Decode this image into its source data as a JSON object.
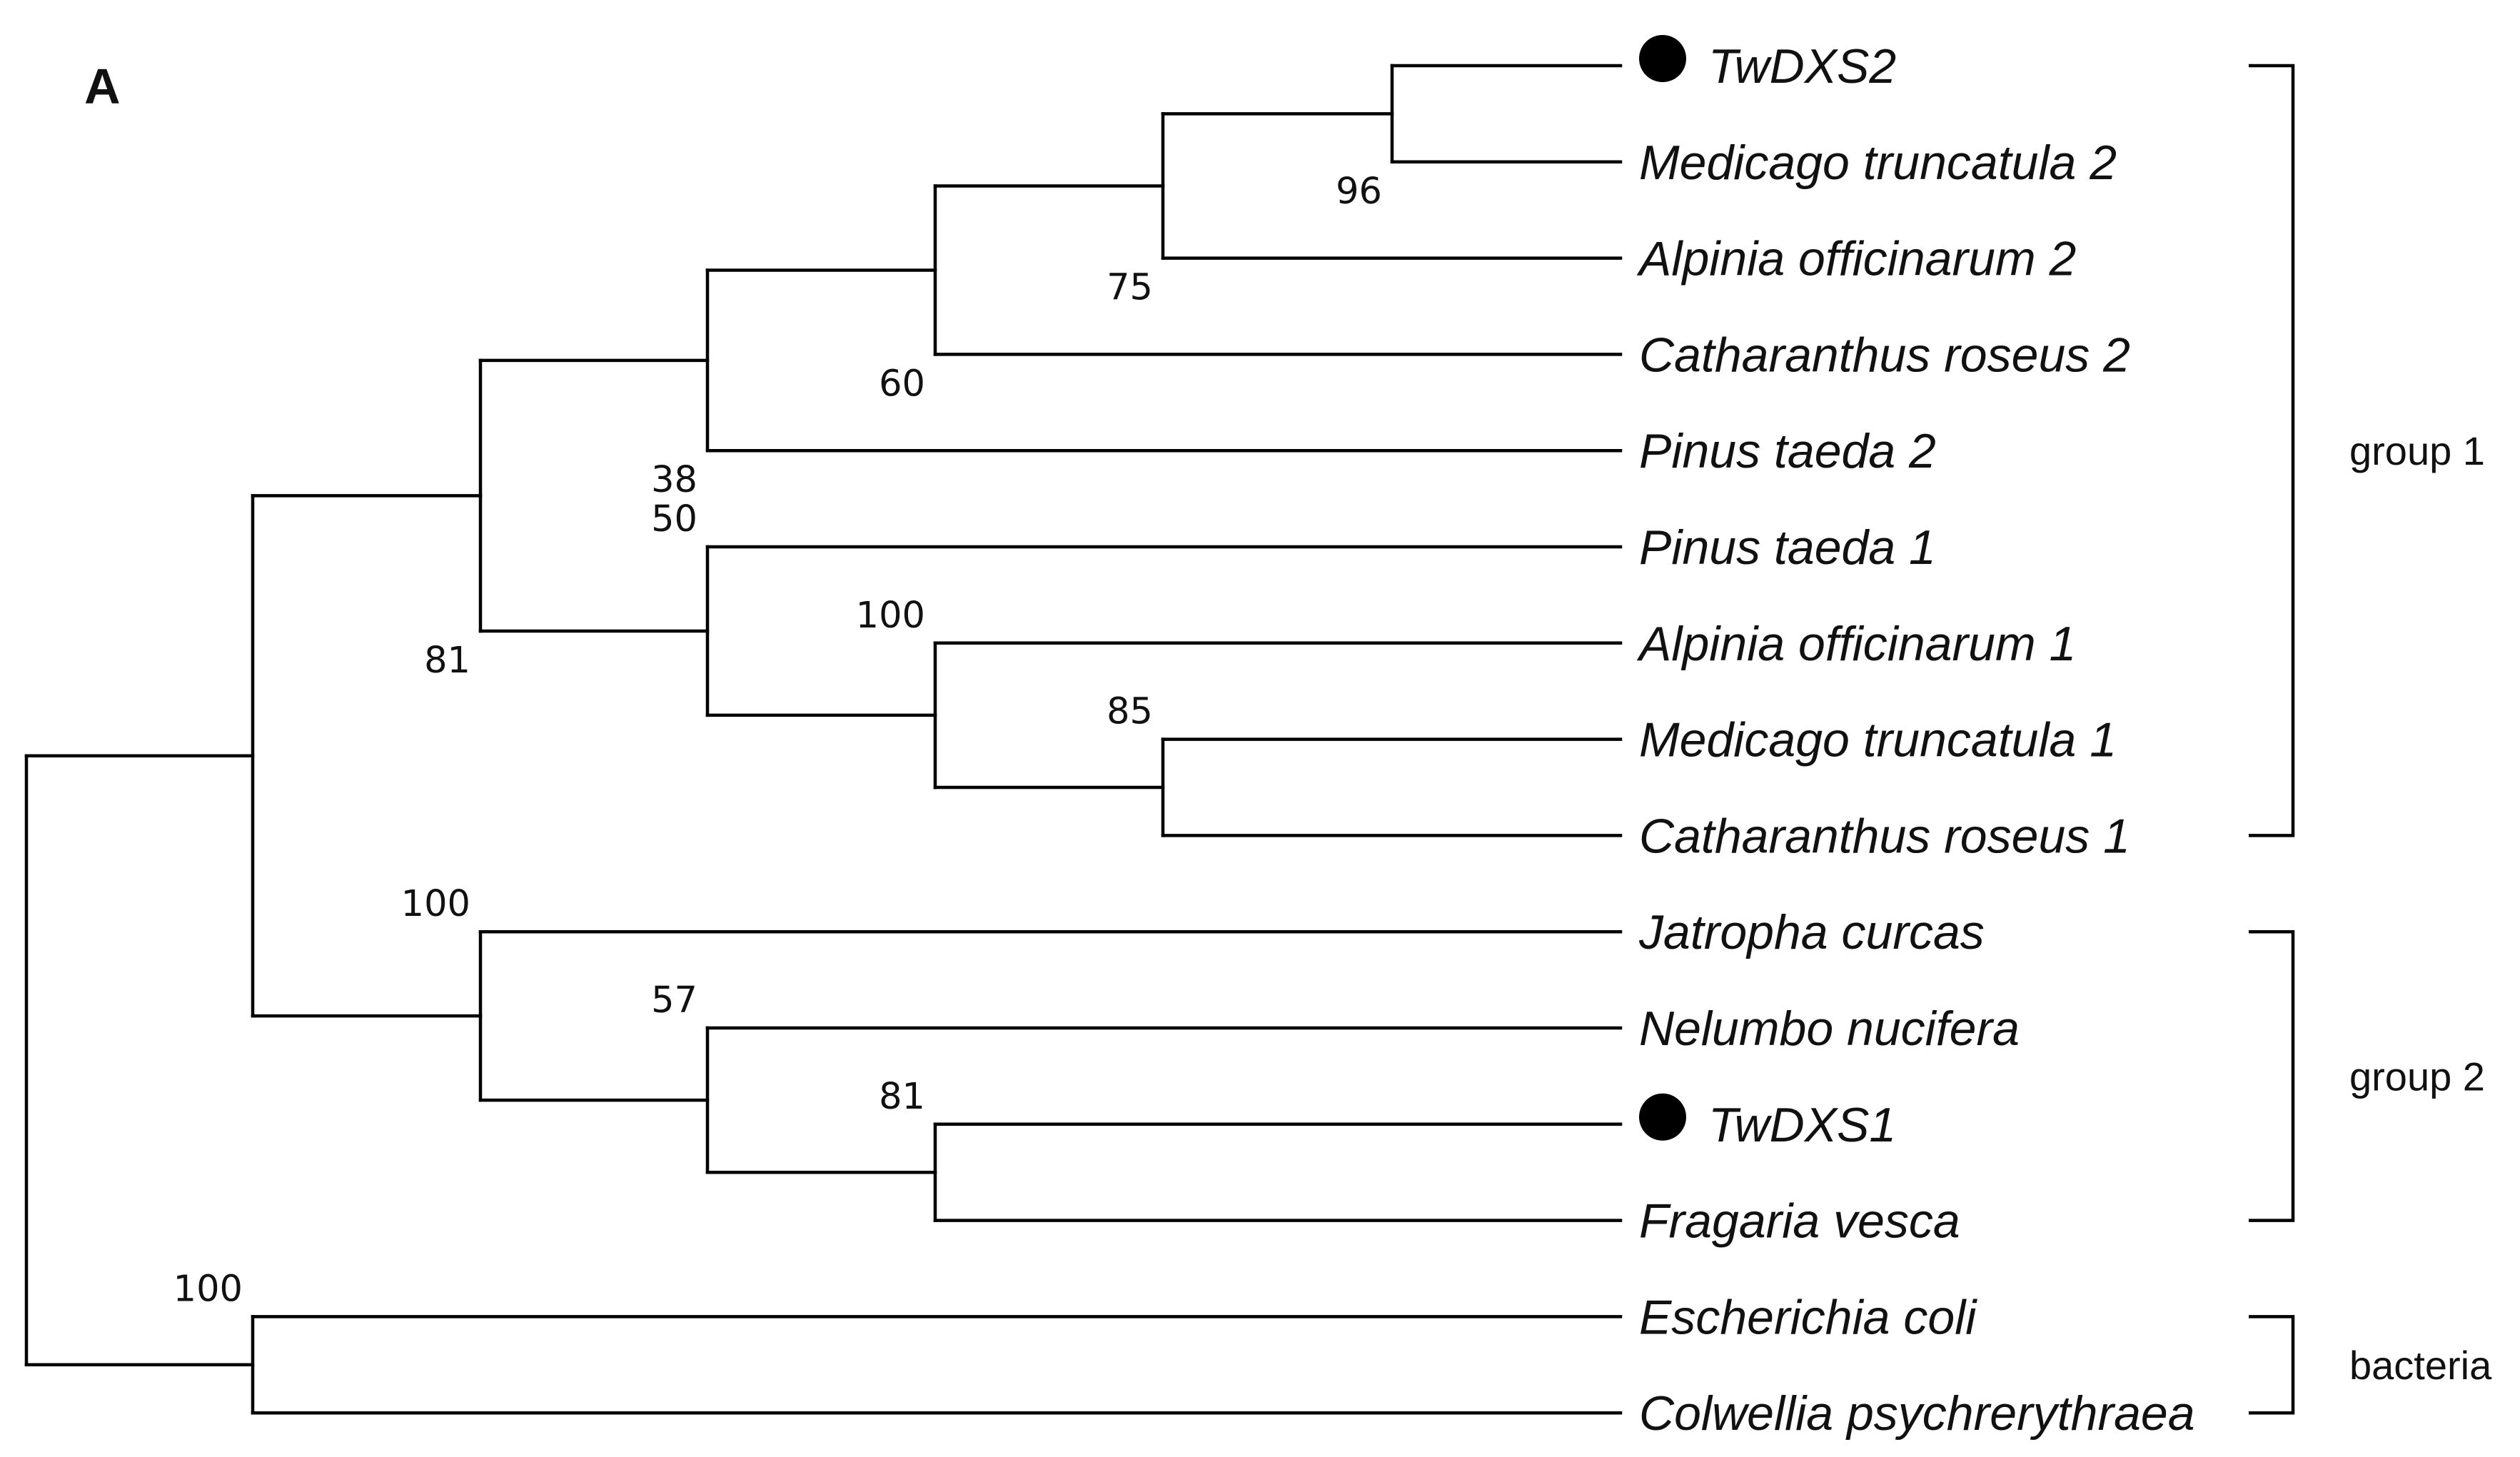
{
  "panel_label": "A",
  "marker_color": "#000000",
  "taxa": [
    {
      "id": "twdxs2",
      "label": "TwDXS2",
      "marked": true
    },
    {
      "id": "medicago-truncatula-2",
      "label": "Medicago truncatula 2",
      "marked": false
    },
    {
      "id": "alpinia-officinarum-2",
      "label": "Alpinia officinarum 2",
      "marked": false
    },
    {
      "id": "catharanthus-roseus-2",
      "label": "Catharanthus roseus 2",
      "marked": false
    },
    {
      "id": "pinus-taeda-2",
      "label": "Pinus taeda 2",
      "marked": false
    },
    {
      "id": "pinus-taeda-1",
      "label": "Pinus taeda 1",
      "marked": false
    },
    {
      "id": "alpinia-officinarum-1",
      "label": "Alpinia officinarum 1",
      "marked": false
    },
    {
      "id": "medicago-truncatula-1",
      "label": "Medicago truncatula 1",
      "marked": false
    },
    {
      "id": "catharanthus-roseus-1",
      "label": "Catharanthus roseus 1",
      "marked": false
    },
    {
      "id": "jatropha-curcas",
      "label": "Jatropha curcas",
      "marked": false
    },
    {
      "id": "nelumbo-nucifera",
      "label": "Nelumbo nucifera",
      "marked": false
    },
    {
      "id": "twdxs1",
      "label": "TwDXS1",
      "marked": true
    },
    {
      "id": "fragaria-vesca",
      "label": "Fragaria vesca",
      "marked": false
    },
    {
      "id": "escherichia-coli",
      "label": "Escherichia  coli",
      "marked": false
    },
    {
      "id": "colwellia-psychrerythraea",
      "label": "Colwellia psychrerythraea",
      "marked": false
    }
  ],
  "tree": {
    "children": [
      {
        "children": [
          {
            "support": "81",
            "children": [
              {
                "support": "38",
                "children": [
                  {
                    "support": "60",
                    "children": [
                      {
                        "support": "75",
                        "children": [
                          {
                            "support": "96",
                            "children": [
                              {
                                "taxon": 0
                              },
                              {
                                "taxon": 1
                              }
                            ]
                          },
                          {
                            "taxon": 2
                          }
                        ]
                      },
                      {
                        "taxon": 3
                      }
                    ]
                  },
                  {
                    "taxon": 4
                  }
                ]
              },
              {
                "support": "50",
                "children": [
                  {
                    "taxon": 5
                  },
                  {
                    "support": "100",
                    "children": [
                      {
                        "taxon": 6
                      },
                      {
                        "support": "85",
                        "children": [
                          {
                            "taxon": 7
                          },
                          {
                            "taxon": 8
                          }
                        ]
                      }
                    ]
                  }
                ]
              }
            ]
          },
          {
            "support": "100",
            "children": [
              {
                "taxon": 9
              },
              {
                "support": "57",
                "children": [
                  {
                    "taxon": 10
                  },
                  {
                    "support": "81",
                    "children": [
                      {
                        "taxon": 11
                      },
                      {
                        "taxon": 12
                      }
                    ]
                  }
                ]
              }
            ]
          }
        ]
      },
      {
        "support": "100",
        "children": [
          {
            "taxon": 13
          },
          {
            "taxon": 14
          }
        ]
      }
    ]
  },
  "groups": [
    {
      "id": "group-1",
      "label": "group 1",
      "first_taxon": 0,
      "last_taxon": 8
    },
    {
      "id": "group-2",
      "label": "group 2",
      "first_taxon": 9,
      "last_taxon": 12
    },
    {
      "id": "bacteria",
      "label": "bacteria",
      "first_taxon": 13,
      "last_taxon": 14
    }
  ]
}
